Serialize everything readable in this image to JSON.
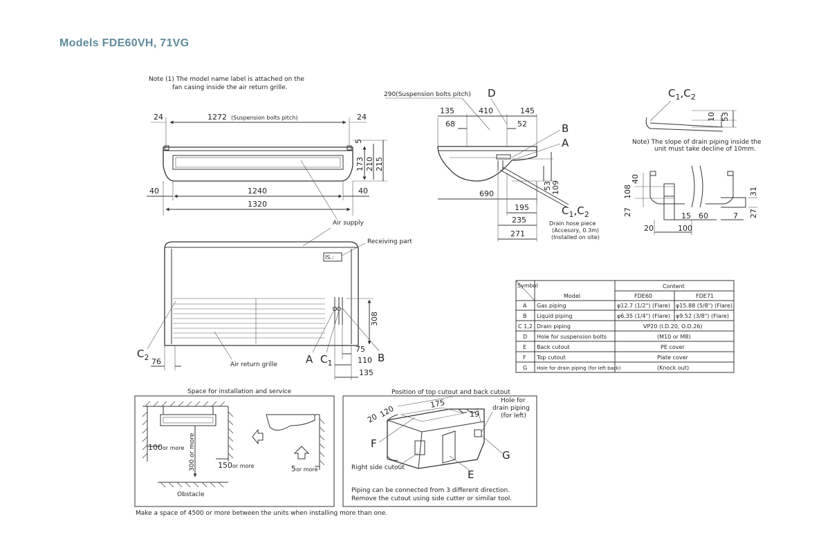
{
  "title": "Models  FDE60VH, 71VG",
  "notes": {
    "model_label_line1": "Note (1) The model name label is attached on the",
    "model_label_line2": "fan casing inside the air return grille.",
    "drain_slope_line1": "Note) The slope of drain piping inside the",
    "drain_slope_line2": "unit must take decline of 10mm."
  },
  "front_view": {
    "dims": {
      "d24_left": "24",
      "d24_right": "24",
      "d1272": "1272",
      "suspension_pitch": "(Suspension bolts pitch)",
      "d5": "5",
      "d173": "173",
      "d210": "210",
      "d215": "215",
      "d40_left": "40",
      "d40_right": "40",
      "d1240": "1240",
      "d1320": "1320"
    },
    "labels": {
      "air_supply": "Air supply",
      "receiving_part": "Receiving part",
      "air_return": "Air return grille"
    },
    "dims_lower": {
      "d76": "76",
      "d308": "308",
      "d75": "75",
      "d110": "110",
      "d135": "135"
    },
    "letters": {
      "c2": "C",
      "c2_sub": "2",
      "a": "A",
      "c1": "C",
      "c1_sub": "1",
      "b": "B"
    }
  },
  "side_view": {
    "pitch_label": "290(Suspension bolts pitch)",
    "dims": {
      "d135": "135",
      "d410": "410",
      "d145": "145",
      "d68": "68",
      "d52": "52",
      "d53": "53",
      "d109": "109",
      "d690": "690",
      "d195": "195",
      "d235": "235",
      "d271": "271"
    },
    "letters": {
      "d": "D",
      "b": "B",
      "a": "A",
      "c12": "C",
      "c12_sub1": "1",
      "c12_sep": ",",
      "c12_c": "C",
      "c12_sub2": "2"
    },
    "drain_hose_line1": "Drain hose piece",
    "drain_hose_line2": "(Accesory, 0.3m)",
    "drain_hose_line3": "(Installed on site)"
  },
  "drain_detail": {
    "letters": {
      "c": "C",
      "sub1": "1",
      "sep": ",",
      "c2": "C",
      "sub2": "2"
    },
    "dims": {
      "d10": "10",
      "d53": "53"
    }
  },
  "pipe_detail": {
    "dims": {
      "d40": "40",
      "d108": "108",
      "d27_left": "27",
      "d15": "15",
      "d60": "60",
      "d7": "7",
      "d20": "20",
      "d100": "100",
      "d31": "31",
      "d27_right": "27"
    }
  },
  "table": {
    "header": {
      "symbol": "Symbol",
      "content": "Content",
      "model": "Model",
      "fde60": "FDE60",
      "fde71": "FDE71"
    },
    "rows": [
      {
        "symbol": "A",
        "name": "Gas piping",
        "fde60": "φ12.7 (1/2\") (Flare)",
        "fde71": "φ15.88 (5/8\") (Flare)"
      },
      {
        "symbol": "B",
        "name": "Liquid piping",
        "fde60": "φ6.35 (1/4\") (Flare)",
        "fde71": "φ9.52 (3/8\") (Flare)"
      },
      {
        "symbol": "C 1,2",
        "name": "Drain piping",
        "both": "VP20 (I.D.20, O.D.26)"
      },
      {
        "symbol": "D",
        "name": "Hole for suspension bolts",
        "both": "(M10 or M8)"
      },
      {
        "symbol": "E",
        "name": "Back cutout",
        "both": "PE cover"
      },
      {
        "symbol": "F",
        "name": "Top cutout",
        "both": "Plate cover"
      },
      {
        "symbol": "G",
        "name": "Hole for drain piping  (for left back)",
        "both": "(Knock out)"
      }
    ]
  },
  "install_space": {
    "title": "Space for installation and service",
    "d100": "100",
    "or_more_1": "or more",
    "d300": "300 or more",
    "d150": "150",
    "or_more_2": "or more",
    "d5": "5",
    "or_more_3": "or more",
    "obstacle": "Obstacle"
  },
  "cutout": {
    "title": "Position of top cutout and back cutout",
    "d20": "20",
    "d120": "120",
    "d175": "175",
    "d19": "19",
    "hole_line1": "Hole for",
    "hole_line2": "drain piping",
    "hole_line3": "(for left)",
    "letters": {
      "f": "F",
      "g": "G",
      "e": "E"
    },
    "right_side": "Right side cutout",
    "note_line1": "Piping can be connected from 3 different direction.",
    "note_line2": "Remove the cutout using side cutter or similar tool."
  },
  "footer_note": "Make a space of 4500 or more between the units when installing more than one."
}
